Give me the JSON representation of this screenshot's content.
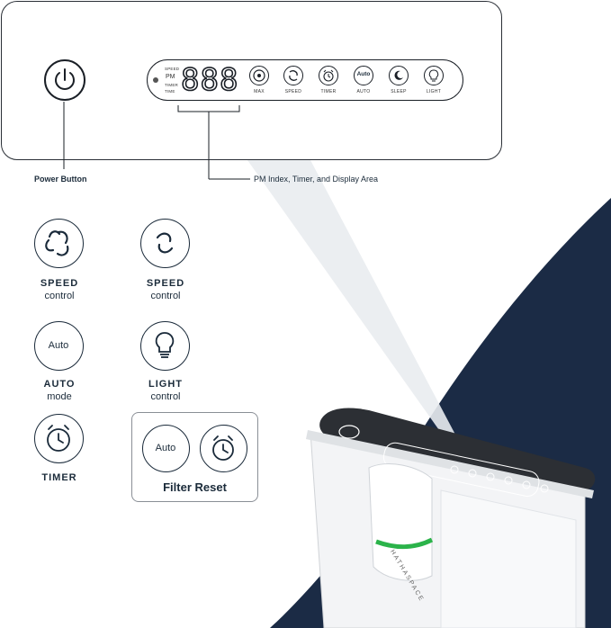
{
  "panel": {
    "indicators": [
      "SPEED",
      "PM",
      "TIMER",
      "TIME"
    ],
    "pm_label": "PM",
    "digits": "888",
    "buttons": [
      {
        "label": "MAX",
        "icon": "fan-max-icon"
      },
      {
        "label": "SPEED",
        "icon": "fan-speed-icon"
      },
      {
        "label": "TIMER",
        "icon": "alarm-clock-icon"
      },
      {
        "label": "AUTO",
        "icon": "auto-icon",
        "icon_text": "Auto"
      },
      {
        "label": "SLEEP",
        "icon": "moon-icon"
      },
      {
        "label": "LIGHT",
        "icon": "bulb-icon"
      }
    ]
  },
  "captions": {
    "power": "Power Button",
    "display": "PM Index, Timer, and Display Area"
  },
  "controls": {
    "speed_a": {
      "title": "SPEED",
      "sub": "control",
      "icon": "fan-icon"
    },
    "speed_b": {
      "title": "SPEED",
      "sub": "control",
      "icon": "fan-low-icon"
    },
    "auto": {
      "title": "AUTO",
      "sub": "mode",
      "icon_text": "Auto"
    },
    "light": {
      "title": "LIGHT",
      "sub": "control",
      "icon": "bulb-icon"
    },
    "timer": {
      "title": "TIMER",
      "icon": "clock-icon"
    }
  },
  "filter_reset": {
    "title": "Filter Reset",
    "auto_text": "Auto"
  },
  "product": {
    "brand": "HATHASPACE"
  },
  "colors": {
    "navy": "#1b2b45",
    "accent_green": "#2bb34a",
    "panel_dark": "#2c2f34"
  }
}
